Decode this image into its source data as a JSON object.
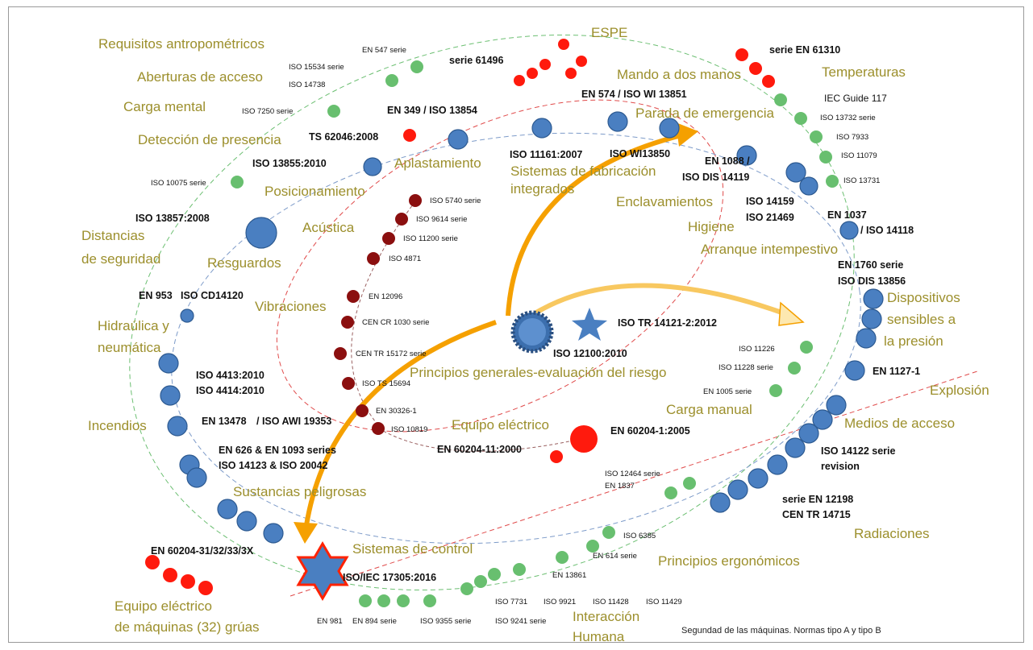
{
  "caption": "Segundad de las máquinas. Normas tipo A y tipo B",
  "central": {
    "standard": "ISO 12100:2010",
    "label": "Principios generales-evaluación del riesgo",
    "star_standard": "ISO TR 14121-2:2012"
  },
  "control": {
    "label": "Sistemas de control",
    "standard": "ISO/IEC 17305:2016"
  },
  "topics": [
    "Requisitos antropométricos",
    "Aberturas de acceso",
    "Carga mental",
    "Detección de presencia",
    "Posicionamiento",
    "Distancias",
    "de seguridad",
    "Resguardos",
    "Acústica",
    "Vibraciones",
    "Hidraúlica y",
    "neumática",
    "Incendios",
    "Sustancias peligrosas",
    "Equipo eléctrico",
    "de máquinas (32) grúas",
    "ESPE",
    "Mando a dos manos",
    "Temperaturas",
    "Parada de emergencia",
    "Aplastamiento",
    "Sistemas de fabricación",
    "integrados",
    "Enclavamientos",
    "Higiene",
    "Arranque intempestivo",
    "Dispositivos",
    "sensibles a",
    "la presión",
    "Explosión",
    "Medios de acceso",
    "Radiaciones",
    "Principios ergonómicos",
    "Interacción",
    "Humana",
    "Carga manual",
    "Equipo eléctrico"
  ],
  "standards": [
    "EN 547 serie",
    "ISO 15534 serie",
    "ISO 14738",
    "ISO 7250 serie",
    "ISO 10075 serie",
    "serie 61496",
    "EN 349 / ISO 13854",
    "TS 62046:2008",
    "ISO 13855:2010",
    "ISO 13857:2008",
    "EN 953",
    "ISO CD14120",
    "ISO 4413:2010",
    "ISO 4414:2010",
    "EN 13478",
    "/ ISO AWI 19353",
    "EN 626 & EN 1093 series",
    "ISO 14123 & ISO 20042",
    "EN 60204-31/32/33/3X",
    "serie EN 61310",
    "IEC Guide 117",
    "ISO 13732 serie",
    "ISO 7933",
    "ISO 11079",
    "ISO 13731",
    "EN 574 / ISO WI 13851",
    "ISO WI13850",
    "ISO 11161:2007",
    "EN 1088 /",
    "ISO DIS 14119",
    "ISO 14159",
    "ISO 21469",
    "EN 1037",
    "/ ISO 14118",
    "EN 1760  serie",
    "ISO DIS 13856",
    "EN 1127-1",
    "ISO 14122 serie",
    "revision",
    "serie EN 12198",
    "CEN TR  14715",
    "ISO 5740 serie",
    "ISO 9614 serie",
    "ISO 11200 serie",
    "ISO 4871",
    "EN 12096",
    "CEN CR 1030 serie",
    "CEN TR 15172 serie",
    "ISO TS 15694",
    "EN 30326-1",
    "ISO 10819",
    "EN 60204-1:2005",
    "EN 60204-11:2000",
    "ISO 11226",
    "ISO 11228 serie",
    "EN 1005 serie",
    "ISO 12464 serie",
    "EN 1837",
    "ISO 6385",
    "EN 614 serie",
    "EN 13861",
    "ISO 7731",
    "ISO 9921",
    "ISO 11428",
    "ISO 11429",
    "EN 981",
    "EN 894 serie",
    "ISO 9355 serie",
    "ISO 9241 serie"
  ]
}
